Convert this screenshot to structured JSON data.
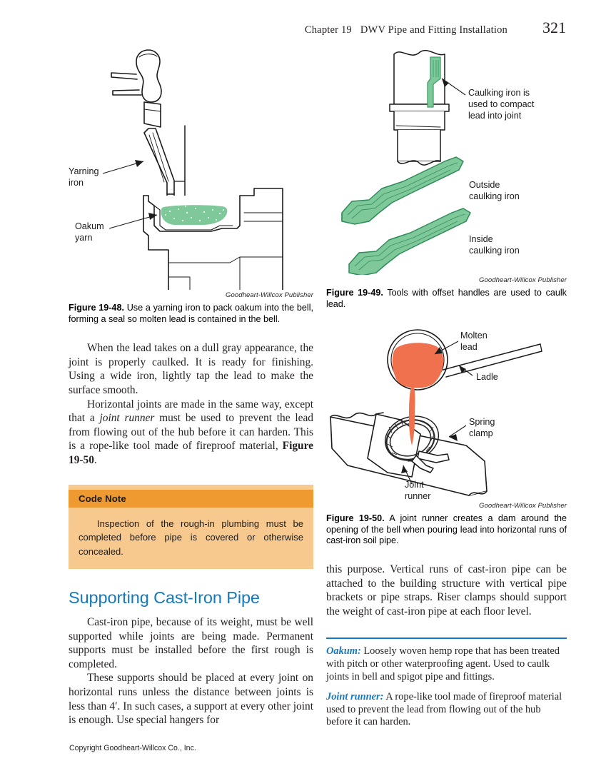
{
  "page": {
    "running_head_chapter": "Chapter 19",
    "running_head_title": "DWV Pipe and Fitting Installation",
    "page_number": "321",
    "copyright": "Copyright Goodheart-Willcox Co., Inc.",
    "credit_line": "Goodheart-Willcox Publisher",
    "accent_blue": "#1479bd",
    "codenote_header_color": "#ef9a30",
    "codenote_body_color": "#f7c98f",
    "oakum_green": "#7ec89a",
    "molten_lead_orange": "#f0714d"
  },
  "figures": {
    "fig_19_48": {
      "credit": "Goodheart-Willcox Publisher",
      "number": "Figure 19-48.",
      "caption": " Use a yarning iron to pack oakum into the bell, forming a seal so molten lead is contained in the bell.",
      "labels": {
        "yarning_iron_line1": "Yarning",
        "yarning_iron_line2": "iron",
        "oakum_yarn_line1": "Oakum",
        "oakum_yarn_line2": "yarn"
      }
    },
    "fig_19_49": {
      "credit": "Goodheart-Willcox Publisher",
      "number": "Figure 19-49.",
      "caption": " Tools with offset handles are used to caulk lead.",
      "labels": {
        "caulking_iron_line1": "Caulking iron is",
        "caulking_iron_line2": "used to compact",
        "caulking_iron_line3": "lead into joint",
        "outside_line1": "Outside",
        "outside_line2": "caulking iron",
        "inside_line1": "Inside",
        "inside_line2": "caulking iron"
      }
    },
    "fig_19_50": {
      "credit": "Goodheart-Willcox Publisher",
      "number": "Figure 19-50.",
      "caption": " A joint runner creates a dam around the opening of the bell when pouring lead into horizontal runs of cast-iron soil pipe.",
      "labels": {
        "molten_line1": "Molten",
        "molten_line2": "lead",
        "ladle": "Ladle",
        "spring_line1": "Spring",
        "spring_line2": "clamp",
        "joint_line1": "Joint",
        "joint_line2": "runner"
      }
    }
  },
  "body": {
    "para1_a": "When the lead takes on a dull gray appear­ance, the joint is properly caulked. It is ready for finishing. Using a wide iron, lightly tap the lead to make the surface smooth.",
    "para2_a": "Horizontal joints are made in the same way, except that a ",
    "para2_italic": "joint runner",
    "para2_b": " must be used to prevent the lead from flowing out of the hub before it can harden. This is a rope-like tool made of fireproof material, ",
    "para2_bold": "Figure 19-50",
    "para2_c": ".",
    "para3": "Cast-iron pipe, because of its weight, must be well supported while joints are being made. Permanent supports must be installed before the first rough is completed.",
    "para4": "These supports should be placed at every joint on horizontal runs unless the distance between joints is less than 4′. In such cases, a support at every other joint is enough. Use special hangers for",
    "para5": "this purpose. Vertical runs of cast-iron pipe can be attached to the building structure with vertical pipe brackets or pipe straps. Riser clamps should support the weight of cast-iron pipe at each floor level."
  },
  "code_note": {
    "header": "Code Note",
    "text": "Inspection of the rough-in plumbing must be completed before pipe is covered or otherwise concealed."
  },
  "section_heading": "Supporting Cast-Iron Pipe",
  "glossary": [
    {
      "term": "Oakum:",
      "definition": " Loosely woven hemp rope that has been treated with pitch or other waterproofing agent. Used to caulk joints in bell and spigot pipe and fittings."
    },
    {
      "term": "Joint runner:",
      "definition": " A rope-like tool made of fireproof material used to prevent the lead from flowing out of the hub before it can harden."
    }
  ]
}
